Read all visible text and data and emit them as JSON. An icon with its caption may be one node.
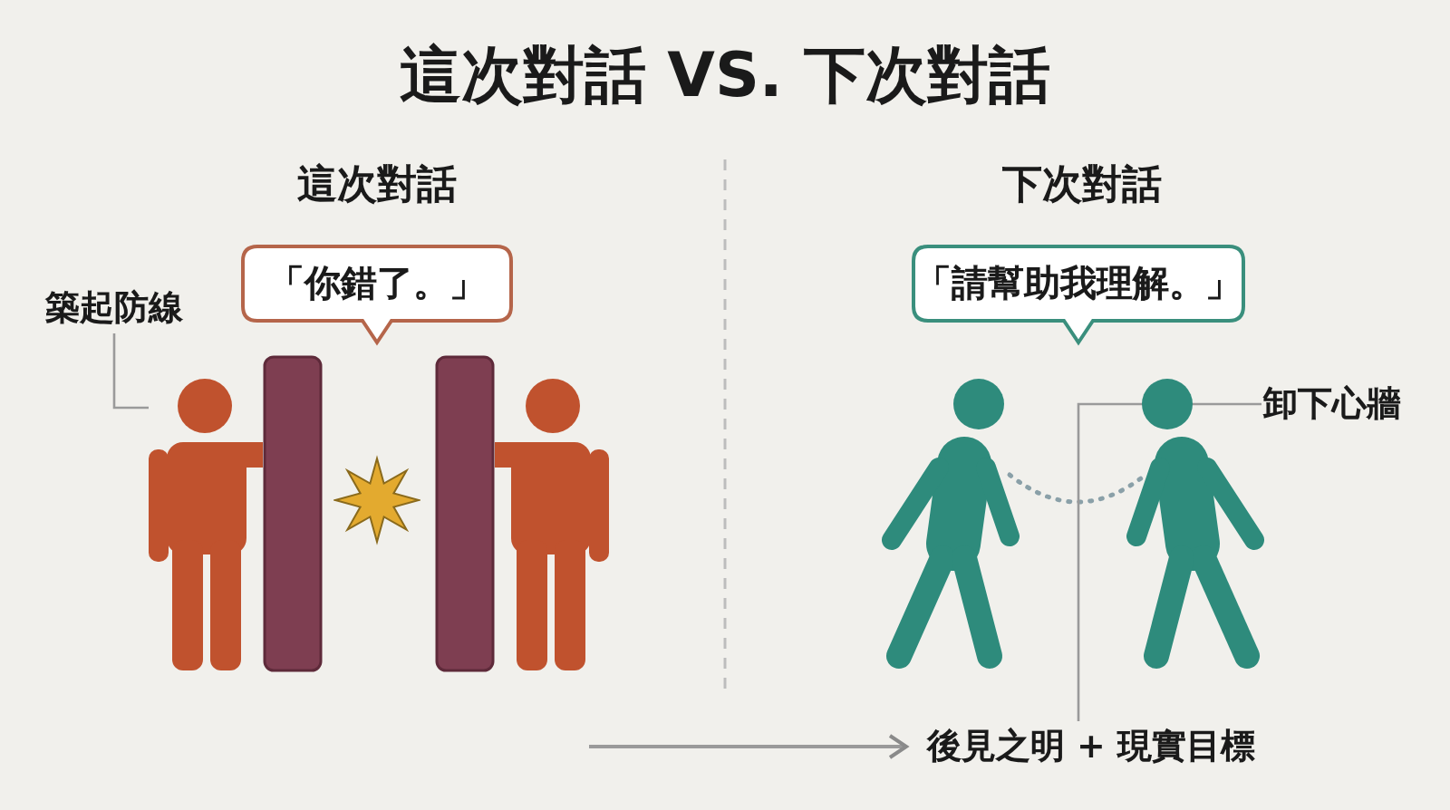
{
  "diagram": {
    "title": "這次對話 VS. 下次對話",
    "nodes": [
      {
        "text": [
          "築起防線"
        ]
      },
      {
        "text": [
          "「你錯了。」"
        ]
      },
      {
        "text": [],
        "shape": "person"
      },
      {
        "text": [],
        "shape": "bar"
      },
      {
        "text": [],
        "shape": "bar"
      },
      {
        "text": [],
        "shape": "person"
      },
      {
        "text": [
          "「請幫助我理解。」"
        ]
      },
      {
        "text": [
          "卸下心牆"
        ]
      },
      {
        "text": [],
        "shape": "person"
      },
      {
        "text": [],
        "shape": "person"
      },
      {
        "text": [
          "後見之明 + 現實目標"
        ]
      }
    ],
    "edges": [
      {
        "from": 0,
        "to": 2,
        "arrow": "none"
      },
      {
        "from": 8,
        "to": 9,
        "arrow": "none",
        "style": "dashed"
      },
      {
        "from": 7,
        "to": 10,
        "arrow": "none"
      },
      {
        "from": null,
        "to": 10,
        "arrow": "to"
      }
    ],
    "labels": [
      "這次對話",
      "下次對話"
    ]
  }
}
